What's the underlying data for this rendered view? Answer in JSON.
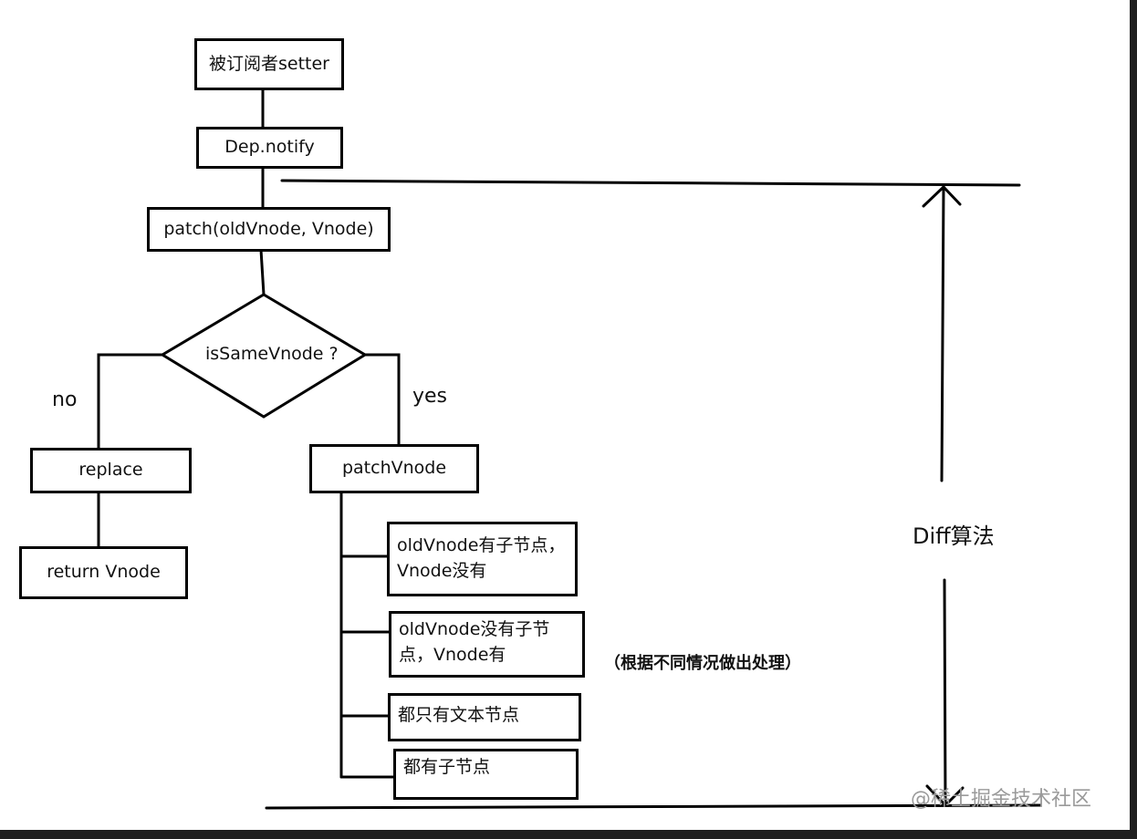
{
  "nodes": {
    "setter": "被订阅者setter",
    "notify": "Dep.notify",
    "patch": "patch(oldVnode, Vnode)",
    "decision": "isSameVnode ?",
    "replace": "replace",
    "return_vnode": "return Vnode",
    "patch_vnode": "patchVnode",
    "case1_line1": "oldVnode有子节点，",
    "case1_line2": "Vnode没有",
    "case2_line1": "oldVnode没有子节",
    "case2_line2": "点，Vnode有",
    "case3": "都只有文本节点",
    "case4": "都有子节点"
  },
  "edges": {
    "no": "no",
    "yes": "yes"
  },
  "annotations": {
    "handling_note": "（根据不同情况做出处理）",
    "diff_algorithm": "Diff算法"
  },
  "watermark": "@稀土掘金技术社区"
}
